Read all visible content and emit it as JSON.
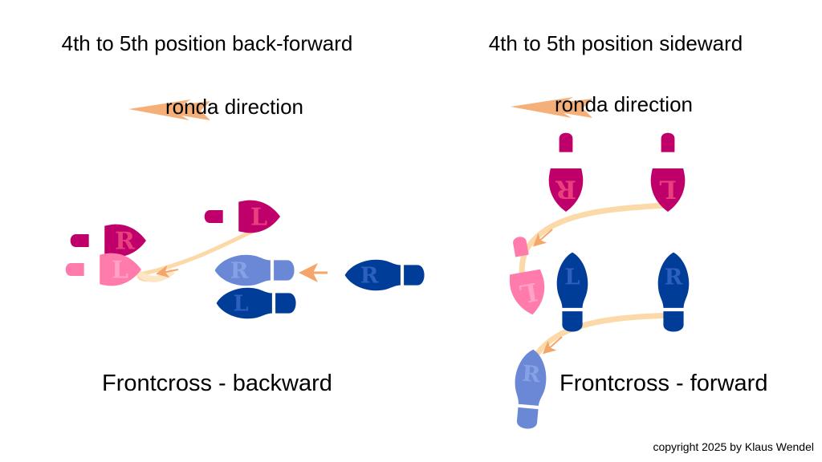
{
  "left_panel": {
    "title": "4th to 5th position back-forward",
    "ronda_label": "ronda direction",
    "caption": "Frontcross - backward",
    "footprints": {
      "magenta_r": "R",
      "magenta_l": "L",
      "pink_l": "L",
      "lightblue_r": "R",
      "darkblue_l": "L",
      "darkblue_r": "R"
    }
  },
  "right_panel": {
    "title": "4th to 5th position sideward",
    "ronda_label": "ronda direction",
    "caption": "Frontcross - forward",
    "footprints": {
      "magenta_r": "R",
      "magenta_l": "L",
      "pink_l": "L",
      "darkblue_l": "L",
      "darkblue_r": "R",
      "lightblue_r": "R"
    }
  },
  "copyright": "copyright 2025 by Klaus Wendel",
  "colors": {
    "magenta": "#c0006a",
    "pink": "#ff7bac",
    "dark_blue": "#003d99",
    "light_blue": "#6a88d6",
    "path": "#fcd9a8",
    "arrow": "#f4a56a"
  }
}
